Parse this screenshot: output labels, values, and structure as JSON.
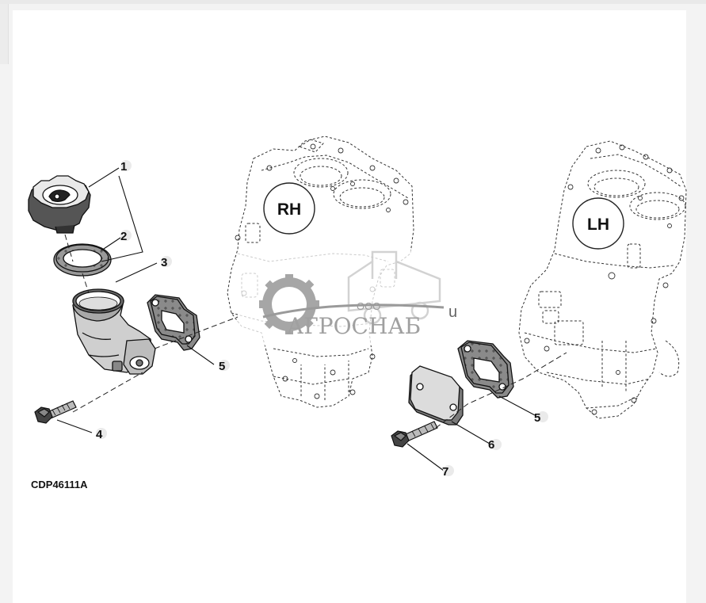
{
  "figure_code": "CDP46111A",
  "side_labels": {
    "rh": "RH",
    "lh": "LH"
  },
  "callouts": {
    "c1": "1",
    "c2": "2",
    "c3": "3",
    "c4": "4",
    "c5a": "5",
    "c5b": "5",
    "c6": "6",
    "c7": "7"
  },
  "watermark": {
    "prefix": "ООО",
    "name": "АГРОСНАБ",
    "suffix": "u"
  },
  "colors": {
    "line": "#1a1a1a",
    "watermark": "#a0a0a0",
    "background": "#ffffff"
  }
}
